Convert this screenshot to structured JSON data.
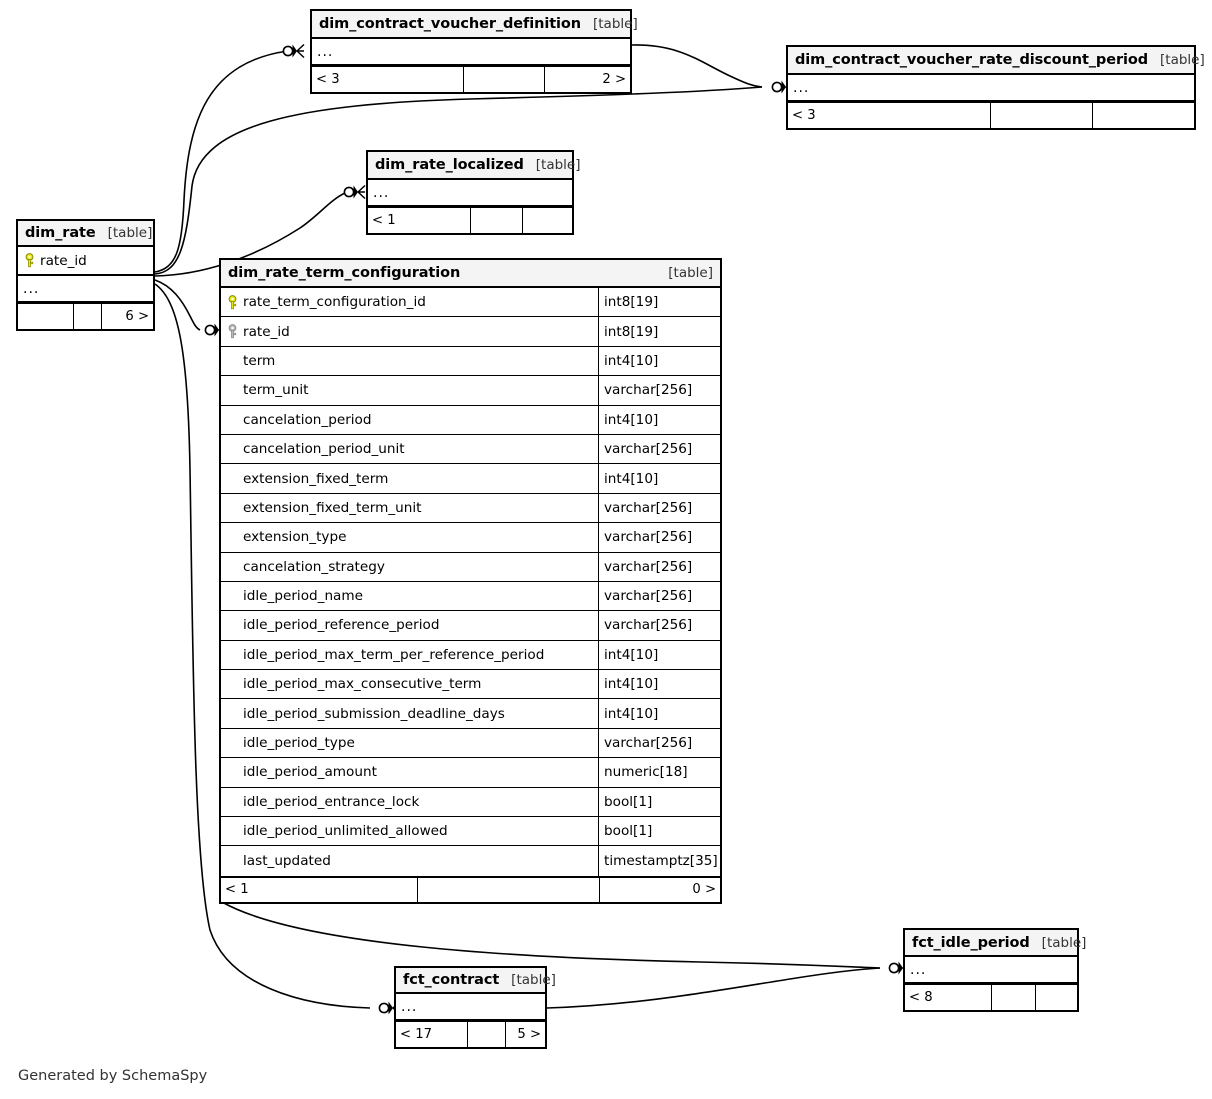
{
  "diagram": {
    "title": "SchemaSpy relationships diagram",
    "footer_note": "Generated by SchemaSpy",
    "kind_label": "[table]",
    "ellipsis": "...",
    "colors": {
      "background": "#ffffff",
      "table_header_bg": "#f4f4f4",
      "border": "#000000",
      "primary_key": "#e8e80f",
      "foreign_key": "#b0b0b0",
      "edge": "#000000",
      "footer_text": "#333333"
    }
  },
  "tables": {
    "dim_contract_voucher_definition": {
      "name": "dim_contract_voucher_definition",
      "kind": "[table]",
      "ellipsis": "...",
      "footer": {
        "left": "< 3",
        "middle": "",
        "right": "2 >"
      }
    },
    "dim_contract_voucher_rate_discount_period": {
      "name": "dim_contract_voucher_rate_discount_period",
      "kind": "[table]",
      "ellipsis": "...",
      "footer": {
        "left": "< 3",
        "middle": "",
        "right": ""
      }
    },
    "dim_rate_localized": {
      "name": "dim_rate_localized",
      "kind": "[table]",
      "ellipsis": "...",
      "footer": {
        "left": "< 1",
        "middle": "",
        "right": ""
      }
    },
    "dim_rate": {
      "name": "dim_rate",
      "kind": "[table]",
      "ellipsis": "...",
      "columns": [
        {
          "name": "rate_id",
          "key": "primary"
        }
      ],
      "footer": {
        "left": "",
        "middle": "",
        "right": "6 >"
      }
    },
    "dim_rate_term_configuration": {
      "name": "dim_rate_term_configuration",
      "kind": "[table]",
      "columns": [
        {
          "name": "rate_term_configuration_id",
          "type": "int8[19]",
          "key": "primary"
        },
        {
          "name": "rate_id",
          "type": "int8[19]",
          "key": "foreign"
        },
        {
          "name": "term",
          "type": "int4[10]",
          "key": "none"
        },
        {
          "name": "term_unit",
          "type": "varchar[256]",
          "key": "none"
        },
        {
          "name": "cancelation_period",
          "type": "int4[10]",
          "key": "none"
        },
        {
          "name": "cancelation_period_unit",
          "type": "varchar[256]",
          "key": "none"
        },
        {
          "name": "extension_fixed_term",
          "type": "int4[10]",
          "key": "none"
        },
        {
          "name": "extension_fixed_term_unit",
          "type": "varchar[256]",
          "key": "none"
        },
        {
          "name": "extension_type",
          "type": "varchar[256]",
          "key": "none"
        },
        {
          "name": "cancelation_strategy",
          "type": "varchar[256]",
          "key": "none"
        },
        {
          "name": "idle_period_name",
          "type": "varchar[256]",
          "key": "none"
        },
        {
          "name": "idle_period_reference_period",
          "type": "varchar[256]",
          "key": "none"
        },
        {
          "name": "idle_period_max_term_per_reference_period",
          "type": "int4[10]",
          "key": "none"
        },
        {
          "name": "idle_period_max_consecutive_term",
          "type": "int4[10]",
          "key": "none"
        },
        {
          "name": "idle_period_submission_deadline_days",
          "type": "int4[10]",
          "key": "none"
        },
        {
          "name": "idle_period_type",
          "type": "varchar[256]",
          "key": "none"
        },
        {
          "name": "idle_period_amount",
          "type": "numeric[18]",
          "key": "none"
        },
        {
          "name": "idle_period_entrance_lock",
          "type": "bool[1]",
          "key": "none"
        },
        {
          "name": "idle_period_unlimited_allowed",
          "type": "bool[1]",
          "key": "none"
        },
        {
          "name": "last_updated",
          "type": "timestamptz[35]",
          "key": "none"
        }
      ],
      "footer": {
        "left": "< 1",
        "middle": "",
        "right": "0 >"
      }
    },
    "fct_idle_period": {
      "name": "fct_idle_period",
      "kind": "[table]",
      "ellipsis": "...",
      "footer": {
        "left": "< 8",
        "middle": "",
        "right": ""
      }
    },
    "fct_contract": {
      "name": "fct_contract",
      "kind": "[table]",
      "ellipsis": "...",
      "footer": {
        "left": "< 17",
        "middle": "",
        "right": "5 >"
      }
    }
  },
  "relationships": [
    {
      "from": "dim_rate",
      "to": "dim_contract_voucher_definition",
      "cardinality": "zero-or-many"
    },
    {
      "from": "dim_rate",
      "to": "dim_contract_voucher_rate_discount_period",
      "cardinality": "zero-or-many"
    },
    {
      "from": "dim_rate",
      "to": "dim_rate_localized",
      "cardinality": "zero-or-many"
    },
    {
      "from": "dim_rate",
      "to": "dim_rate_term_configuration",
      "cardinality": "zero-or-many"
    },
    {
      "from": "dim_rate",
      "to": "fct_contract",
      "cardinality": "zero-or-many"
    },
    {
      "from": "dim_contract_voucher_definition",
      "to": "dim_contract_voucher_rate_discount_period",
      "cardinality": "zero-or-many"
    },
    {
      "from": "dim_rate_term_configuration",
      "to": "fct_idle_period",
      "cardinality": "zero-or-many"
    },
    {
      "from": "fct_contract",
      "to": "fct_idle_period",
      "cardinality": "zero-or-many"
    }
  ]
}
